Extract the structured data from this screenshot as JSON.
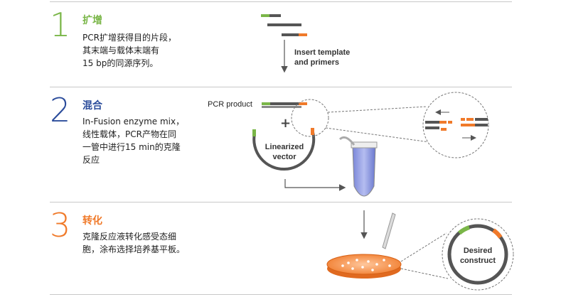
{
  "colors": {
    "green": "#7ab648",
    "blue": "#2b4c9b",
    "orange": "#f07a2a",
    "gray": "#555555"
  },
  "steps": [
    {
      "number": "1",
      "title": "扩增",
      "lines": [
        "PCR扩增获得目的片段，",
        "其末端与载体末端有",
        "15 bp的同源序列。"
      ]
    },
    {
      "number": "2",
      "title": "混合",
      "lines": [
        "In-Fusion enzyme mix，",
        "线性载体，PCR产物在同",
        "一管中进行15 min的克隆",
        "反应"
      ]
    },
    {
      "number": "3",
      "title": "转化",
      "lines": [
        "克隆反应液转化感受态细",
        "胞，涂布选择培养基平板。"
      ]
    }
  ],
  "diagram": {
    "insert_label_line1": "Insert template",
    "insert_label_line2": "and primers",
    "pcr_product": "PCR product",
    "plus": "+",
    "linearized_line1": "Linearized",
    "linearized_line2": "vector",
    "desired_line1": "Desired",
    "desired_line2": "construct"
  }
}
